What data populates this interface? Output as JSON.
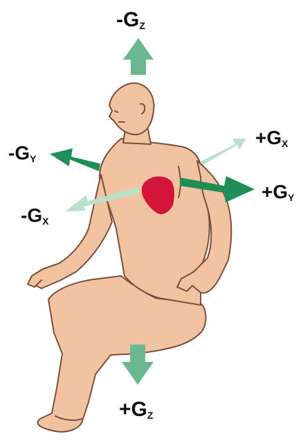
{
  "labels": {
    "neg_gz": {
      "sign": "-G",
      "axis": "Z"
    },
    "pos_gz": {
      "sign": "+G",
      "axis": "Z"
    },
    "neg_gy": {
      "sign": "-G",
      "axis": "Y"
    },
    "pos_gy": {
      "sign": "+G",
      "axis": "Y"
    },
    "neg_gx": {
      "sign": "-G",
      "axis": "X"
    },
    "pos_gx": {
      "sign": "+G",
      "axis": "X"
    }
  },
  "colors": {
    "skin": "#f2c3a1",
    "outline": "#7a4e3a",
    "heart": "#d4143a",
    "arrow_medium": "#6bb88e",
    "arrow_dark": "#1f8f57",
    "arrow_light": "#b9e0c9",
    "text": "#111111"
  }
}
